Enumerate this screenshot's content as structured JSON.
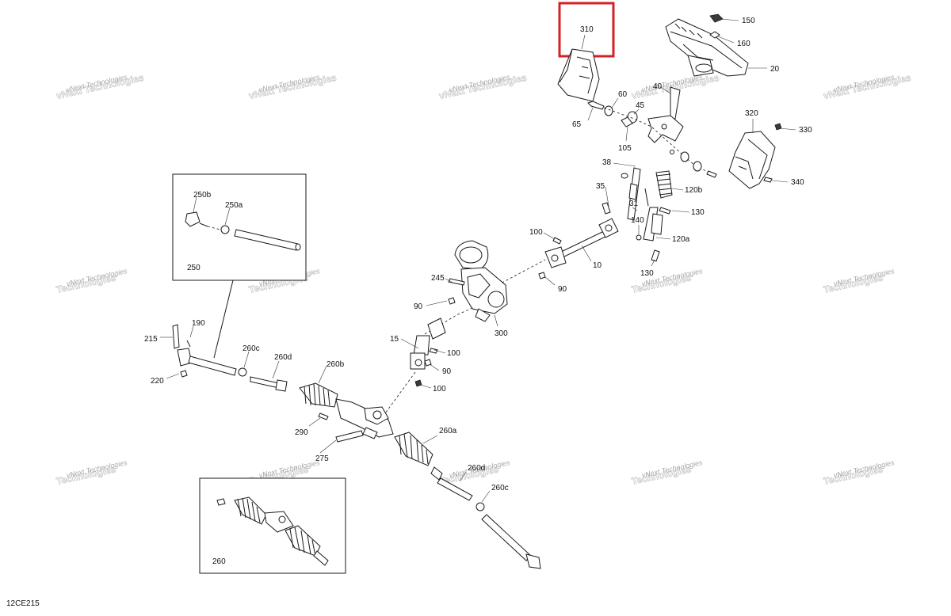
{
  "diagram_id": "12CE215",
  "highlight_color": "#d62027",
  "watermark_lines": [
    "vNext Technologies",
    "Technologies"
  ],
  "callouts": {
    "c310": "310",
    "c150": "150",
    "c160": "160",
    "c20": "20",
    "c40": "40",
    "c60": "60",
    "c45": "45",
    "c65": "65",
    "c105": "105",
    "c320": "320",
    "c330": "330",
    "c340": "340",
    "c38": "38",
    "c35": "35",
    "c31": "31",
    "c120b": "120b",
    "c130a": "130",
    "c140": "140",
    "c120a": "120a",
    "c130b": "130",
    "c100a": "100",
    "c10": "10",
    "c90a": "90",
    "c245": "245",
    "c90b": "90",
    "c300": "300",
    "c15": "15",
    "c100b": "100",
    "c90c": "90",
    "c100c": "100",
    "c250b": "250b",
    "c250a": "250a",
    "c250": "250",
    "c190": "190",
    "c215": "215",
    "c260c_a": "260c",
    "c260d_a": "260d",
    "c260b": "260b",
    "c220": "220",
    "c290": "290",
    "c275": "275",
    "c260a": "260a",
    "c260d_b": "260d",
    "c260c_b": "260c",
    "c260": "260"
  }
}
